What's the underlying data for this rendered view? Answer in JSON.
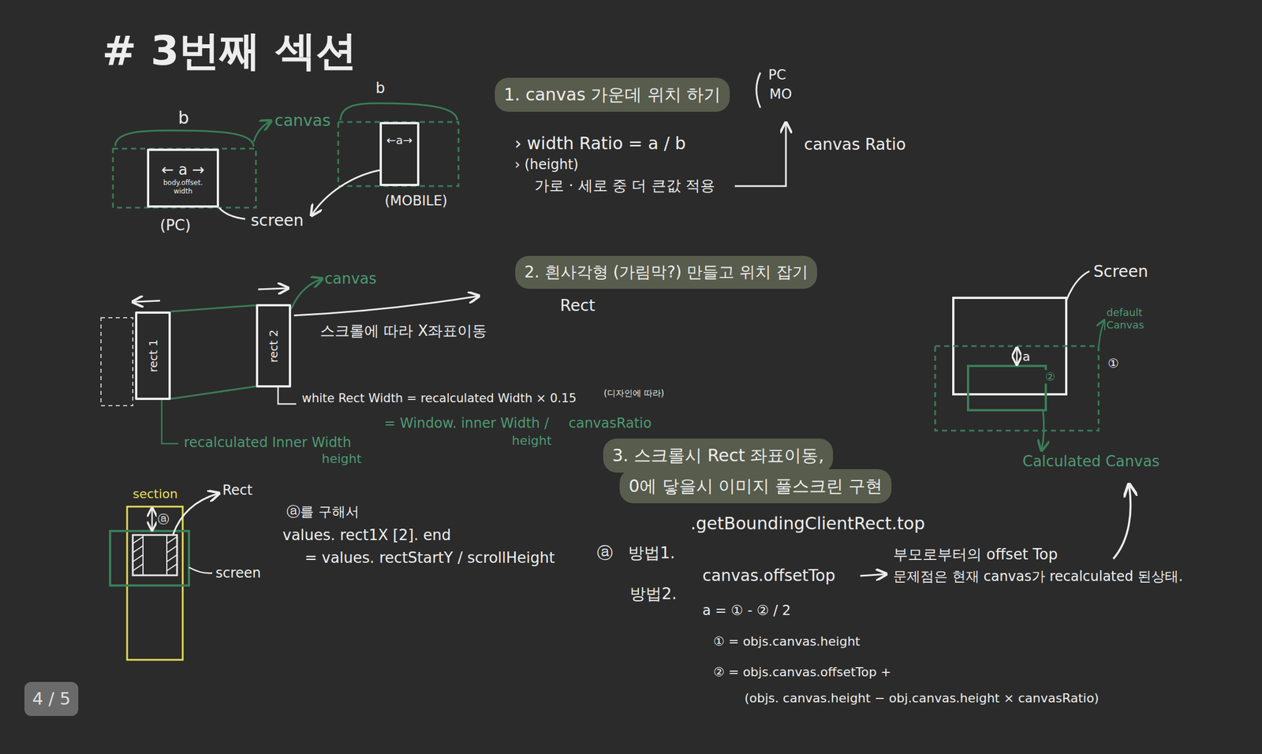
{
  "diagram": {
    "title": "# 3번째 섹션",
    "nodes": [
      {
        "text": [
          "← a →",
          "body.offset. width"
        ]
      },
      {
        "text": [
          "←a→"
        ]
      },
      {
        "text": [
          "1. canvas 가운데 위치 하기"
        ]
      },
      {
        "text": [
          "rect 1"
        ]
      },
      {
        "text": [
          "rect 2"
        ]
      },
      {
        "text": [
          "2. 흰사각형 (가림막?) 만들고 위치 잡기"
        ]
      },
      {
        "text": [
          "3. 스크롤시 Rect 좌표이동,"
        ]
      },
      {
        "text": [
          "0에 닿을시 이미지 풀스크린 구현"
        ]
      },
      {
        "text": [
          "4 / 5"
        ]
      }
    ],
    "labels": [
      "b",
      "canvas",
      "screen",
      "(PC)",
      "b",
      "(MOBILE)",
      "PC",
      "MO",
      "› width Ratio = a / b",
      "› (height)",
      "가로 · 세로 중 더 큰값 적용",
      "canvas Ratio",
      "canvas",
      "스크롤에 따라 X좌표이동",
      "white Rect Width = recalculated Width × 0.15",
      "(디자인에 따라)",
      "recalculated Inner Width",
      "height",
      "= Window. inner Width /",
      "canvasRatio",
      "height",
      "Rect",
      "Screen",
      "default Canvas",
      "a",
      "①",
      "②",
      "Calculated Canvas",
      "section",
      "ⓐ",
      "Rect",
      "screen",
      "ⓐ를 구해서",
      "values. rect1X [2]. end",
      "= values. rectStartY / scrollHeight",
      "ⓐ",
      "방법1.",
      ".getBoundingClientRect.top",
      "방법2.",
      "canvas.offsetTop",
      "부모로부터의 offset Top",
      "문제점은 현재 canvas가 recalculated 된상태.",
      "a = ① - ② / 2",
      "① = objs.canvas.height",
      "② = objs.canvas.offsetTop +",
      "(objs. canvas.height − obj.canvas.height × canvasRatio)"
    ]
  }
}
